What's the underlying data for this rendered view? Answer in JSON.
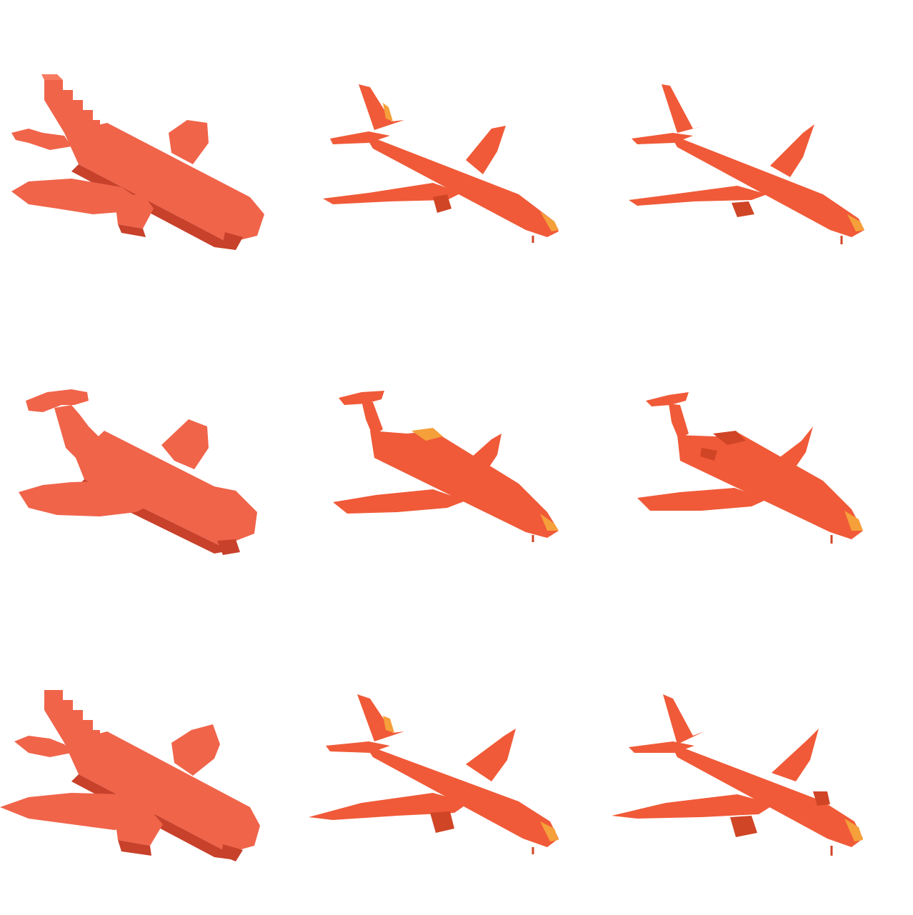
{
  "palette": {
    "voxel_main": "#f0644a",
    "voxel_dark": "#c8412b",
    "voxel_light": "#f77a61",
    "mesh_main": "#f05a38",
    "mesh_dark": "#d04526",
    "mesh_highlight": "#f5a03a"
  },
  "grid": {
    "rows": 3,
    "columns": [
      "voxel",
      "mesh-coarse",
      "mesh-fine"
    ],
    "subject": "airplane"
  }
}
